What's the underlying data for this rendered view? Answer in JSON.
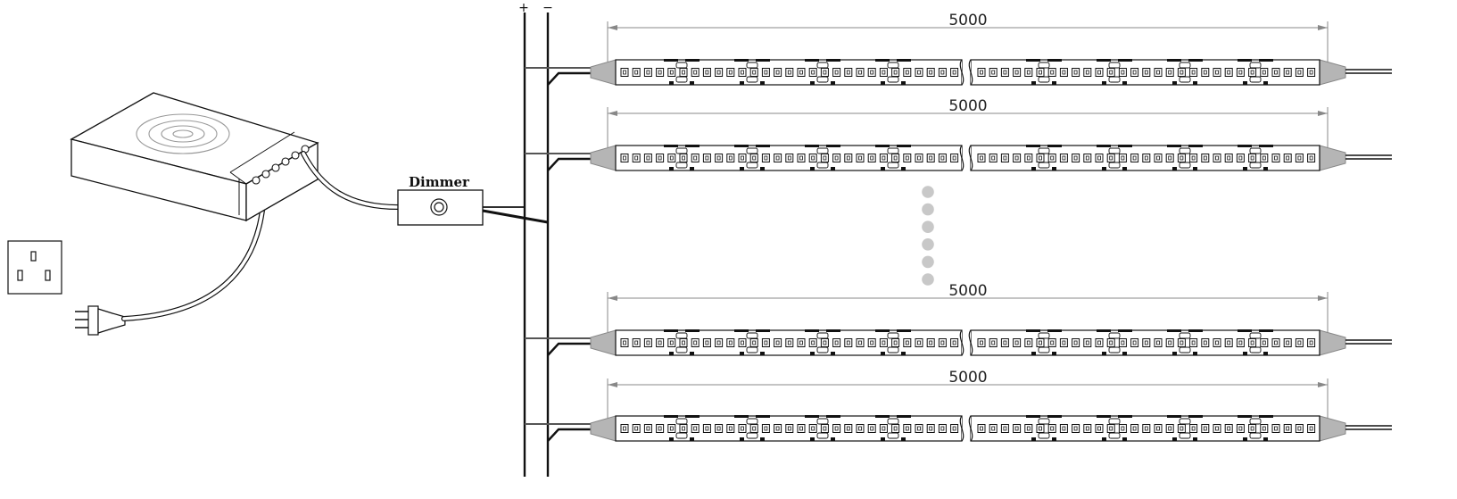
{
  "diagram": {
    "polarity": {
      "plus": "+",
      "minus": "−"
    },
    "dimmer_label": "Dimmer",
    "strips": [
      {
        "length": "5000"
      },
      {
        "length": "5000"
      },
      {
        "length": "5000"
      },
      {
        "length": "5000"
      }
    ],
    "continuation_dots": 6,
    "colors": {
      "line": "#111111",
      "strip_end": "#b5b5b5",
      "dimension": "#888888",
      "dots": "#c8c8c8"
    }
  }
}
